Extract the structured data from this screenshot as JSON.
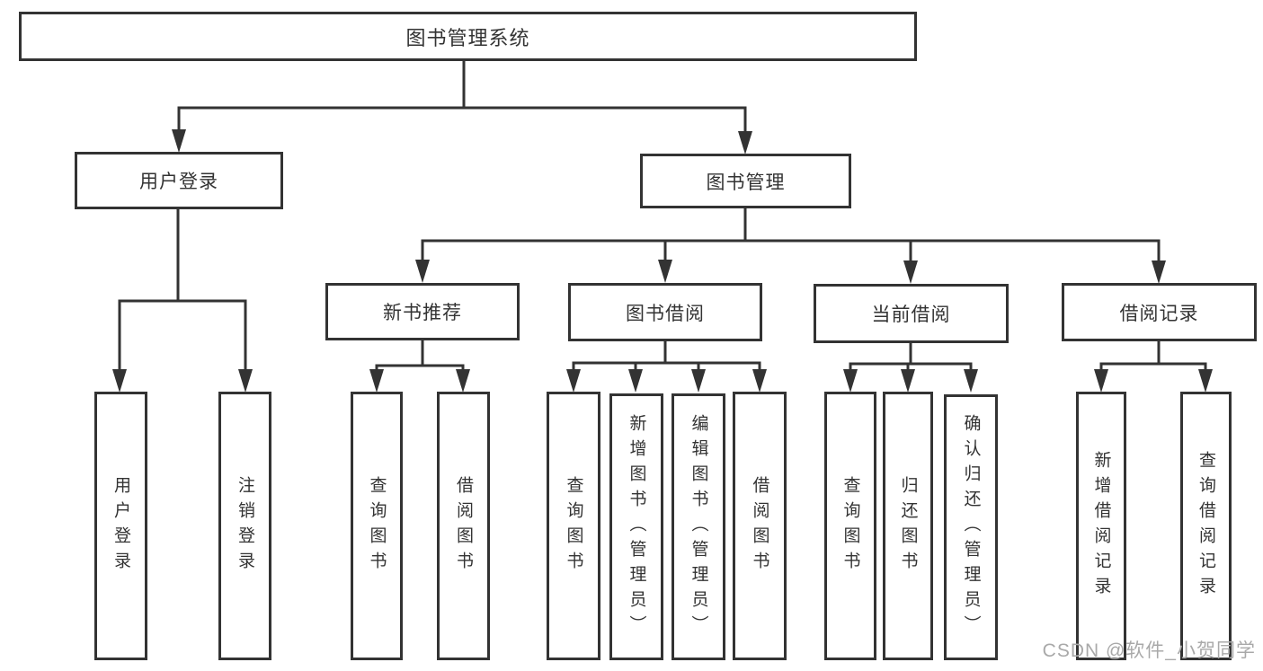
{
  "diagram": {
    "type": "tree",
    "root": {
      "label": "图书管理系统",
      "children": [
        {
          "label": "用户登录",
          "children": [
            {
              "label": "用户登录"
            },
            {
              "label": "注销登录"
            }
          ]
        },
        {
          "label": "图书管理",
          "children": [
            {
              "label": "新书推荐",
              "children": [
                {
                  "label": "查询图书"
                },
                {
                  "label": "借阅图书"
                }
              ]
            },
            {
              "label": "图书借阅",
              "children": [
                {
                  "label": "查询图书"
                },
                {
                  "label": "新增图书（管理员）"
                },
                {
                  "label": "编辑图书（管理员）"
                },
                {
                  "label": "借阅图书"
                }
              ]
            },
            {
              "label": "当前借阅",
              "children": [
                {
                  "label": "查询图书"
                },
                {
                  "label": "归还图书"
                },
                {
                  "label": "确认归还（管理员）"
                }
              ]
            },
            {
              "label": "借阅记录",
              "children": [
                {
                  "label": "新增借阅记录"
                },
                {
                  "label": "查询借阅记录"
                }
              ]
            }
          ]
        }
      ]
    },
    "colors": {
      "line": "#333333",
      "box_border": "#333333",
      "text": "#333333",
      "background": "#ffffff",
      "watermark": "#a9a9a9"
    }
  },
  "watermark": {
    "text": "CSDN @软件_小贺同学"
  }
}
